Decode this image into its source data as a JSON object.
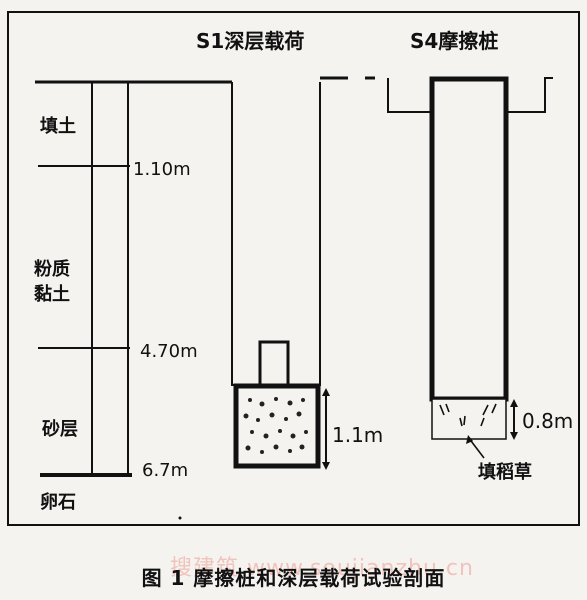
{
  "titles": {
    "s1": "S1深层载荷",
    "s4": "S4摩擦桩"
  },
  "soil_layers": [
    {
      "name": "填土",
      "depth": "1.10m"
    },
    {
      "name_line1": "粉质",
      "name_line2": "黏土",
      "depth": "4.70m"
    },
    {
      "name": "砂层",
      "depth": "6.7m"
    },
    {
      "name": "卵石"
    }
  ],
  "dimensions": {
    "s1_block": "1.1m",
    "s4_block": "0.8m"
  },
  "s4_fill_label": "填稻草",
  "caption": "图 1   摩擦桩和深层载荷试验剖面",
  "watermark": "搜建筑 www.soujianzhu.cn"
}
